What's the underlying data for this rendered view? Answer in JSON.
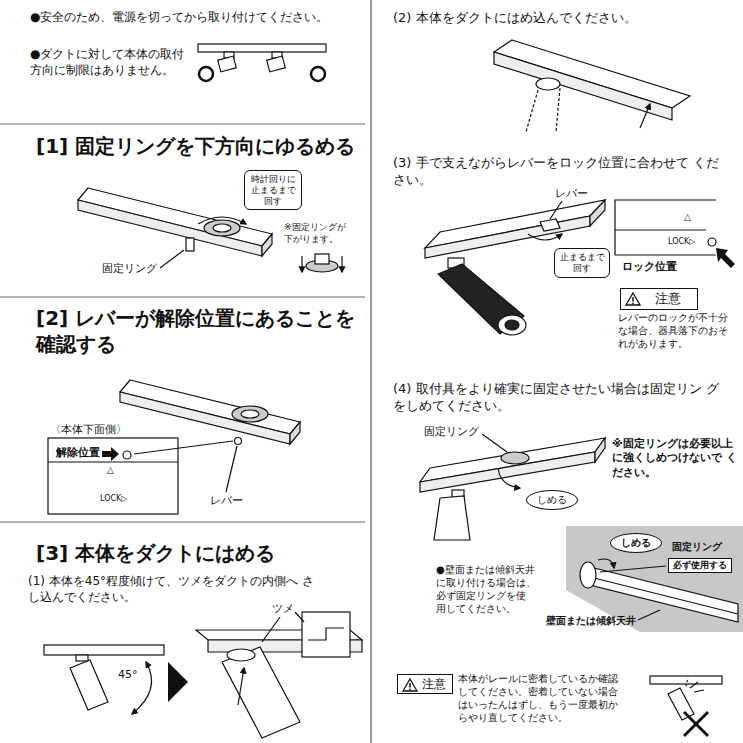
{
  "diagram": {
    "nodes": [
      {
        "text": [
          "時計回りに 止まるまで 回す"
        ]
      },
      {
        "text": [
          "止まるまで 回す"
        ]
      },
      {
        "text": [
          "注意"
        ]
      },
      {
        "text": [
          "しめる"
        ]
      },
      {
        "text": [
          "しめる"
        ]
      },
      {
        "text": [
          "必ず使用する"
        ]
      },
      {
        "text": [
          "注意"
        ]
      }
    ],
    "labels": [
      "●安全のため、電源を切ってから取り付けてください。",
      "●ダクトに対して本体の取付 方向に制限はありません。",
      "[1] 固定リングを下方向にゆるめる",
      "※固定リングが 下がります。",
      "固定リング",
      "[2] レバーが解除位置にあることを 確認する",
      "〈本体下面側〉",
      "解除位置",
      "△",
      "LOCK▷",
      "レバー",
      "[3] 本体をダクトにはめる",
      "(1) 本体を45°程度傾けて、ツメをダクトの内側へ さし込んでください。",
      "45°",
      "ツメ",
      "(2) 本体をダクトにはめ込んでください。",
      "(3) 手で支えながらレバーをロック位置に合わせて ください。",
      "レバー",
      "△",
      "LOCK▷",
      "ロック位置",
      "レバーのロックが不十分 な場合、器具落下のおそ れがあります。",
      "(4) 取付具をより確実に固定させたい場合は固定リン グをしめてください。",
      "固定リング",
      "※固定リングは必要以上 に強くしめつけないで ください。",
      "●壁面または傾斜天井 に取り付ける場合は、 必ず固定リングを使 用してください。",
      "固定リング",
      "壁面または傾斜天井",
      "本体がレールに密着しているか確認 してください。密着していない場合 はいったんはずし、もう一度最初か らやり直してください。"
    ]
  }
}
